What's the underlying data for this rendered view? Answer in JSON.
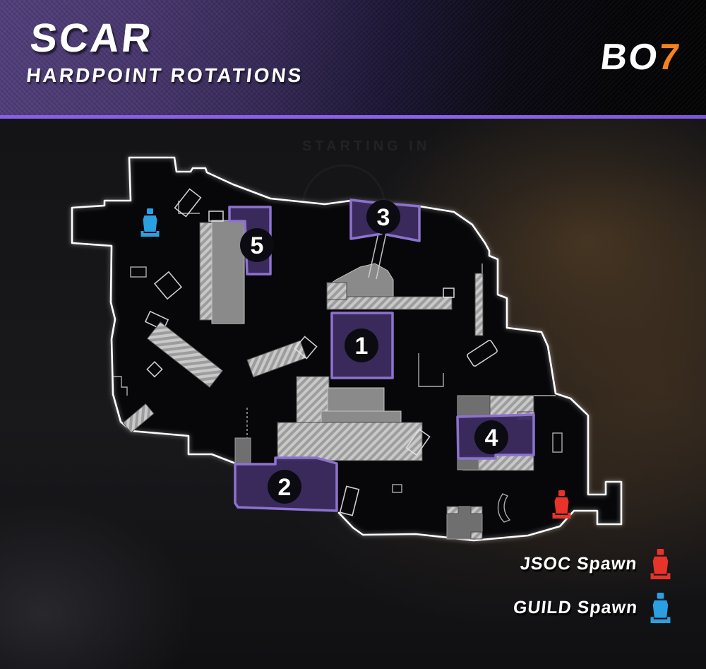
{
  "header": {
    "title": "SCAR",
    "subtitle": "HARDPOINT ROTATIONS",
    "logo": {
      "prefix": "BO",
      "suffix": "7"
    }
  },
  "map": {
    "watermark": "STARTING IN",
    "hardpoints": [
      {
        "number": "1"
      },
      {
        "number": "2"
      },
      {
        "number": "3"
      },
      {
        "number": "4"
      },
      {
        "number": "5"
      }
    ],
    "spawns": [
      {
        "team": "JSOC",
        "color": "#e8332a"
      },
      {
        "team": "GUILD",
        "color": "#2aa0e2"
      }
    ]
  },
  "legend": {
    "items": [
      {
        "label": "JSOC Spawn",
        "color": "#e8332a"
      },
      {
        "label": "GUILD Spawn",
        "color": "#2aa0e2"
      }
    ]
  },
  "colors": {
    "header_purple": "#4a3870",
    "accent_line": "#8a5ee8",
    "logo_orange": "#f5821f",
    "zone_fill": "#3c2c60",
    "zone_border": "#8d72cf",
    "map_fill": "#070709",
    "outline_white": "#ffffff",
    "spawn_red": "#e8332a",
    "spawn_blue": "#2aa0e2"
  }
}
